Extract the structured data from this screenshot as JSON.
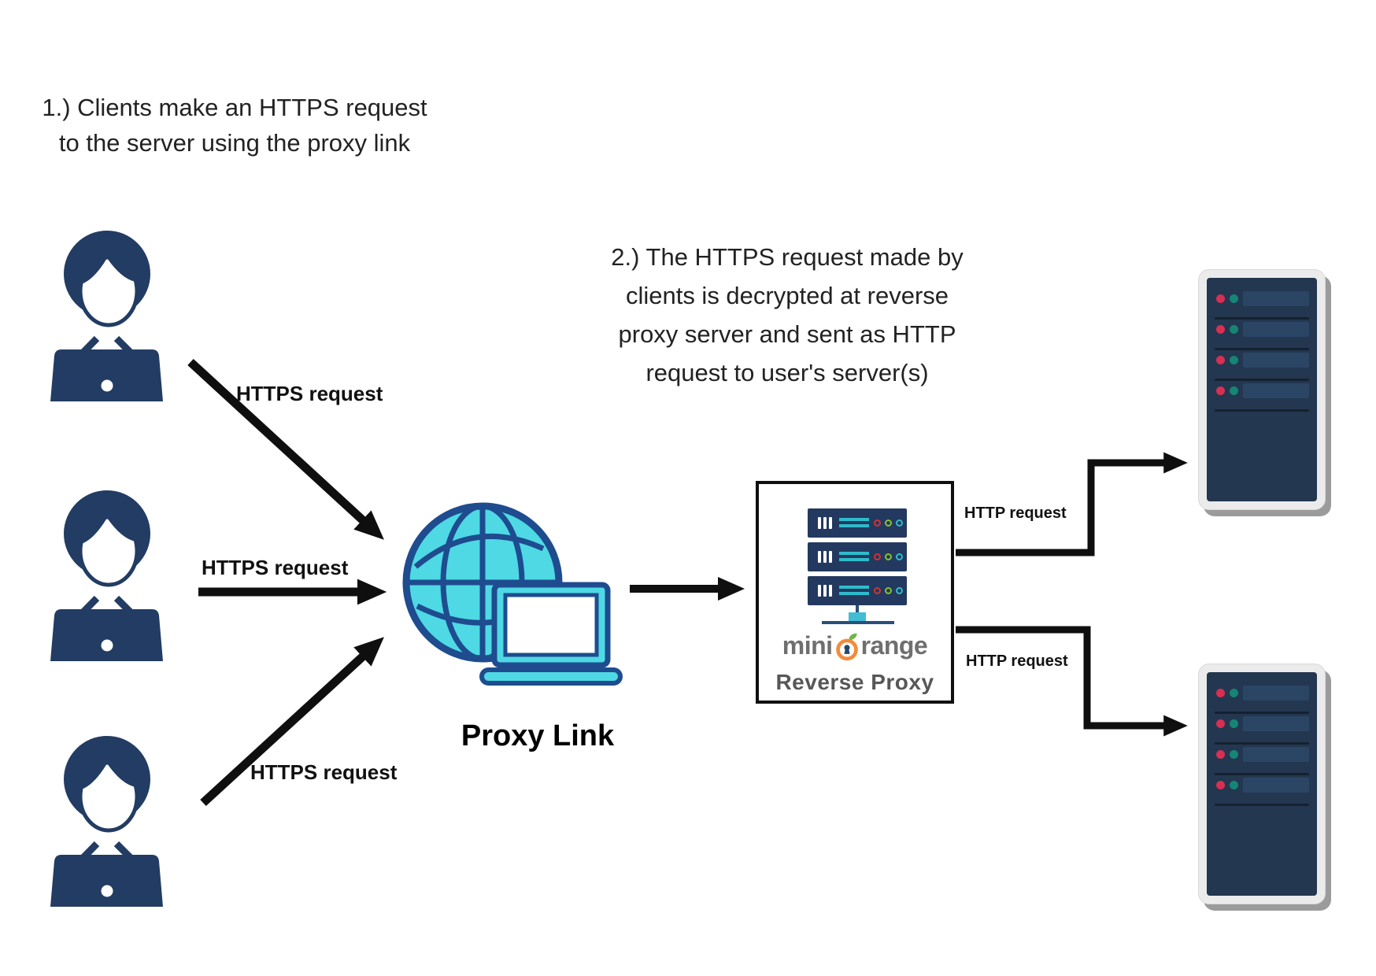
{
  "annotations": {
    "step1": "1.) Clients make an HTTPS request\nto the server using the proxy link",
    "step2": "2.) The HTTPS request made by\nclients is decrypted at reverse\nproxy server and sent as HTTP\nrequest to user's server(s)"
  },
  "proxy": {
    "label": "Proxy Link"
  },
  "arrows": {
    "https_labels": [
      "HTTPS request",
      "HTTPS request",
      "HTTPS request"
    ],
    "http_labels": [
      "HTTP request",
      "HTTP request"
    ]
  },
  "reverse_proxy_box": {
    "brand_prefix": "mini",
    "brand_suffix": "range",
    "product": "Reverse Proxy"
  },
  "icons": {
    "clients": "user-with-laptop-icon",
    "proxy": "globe-with-laptop-icon",
    "reverse_proxy_box": "server-rack-icon",
    "brand_mark": "orange-ring-keyhole-leaf-icon",
    "targets": "server-tower-icon"
  },
  "colors": {
    "client_navy": "#223c63",
    "globe_fill": "#4ed9e4",
    "globe_stroke": "#1e4c8f",
    "rack_navy": "#24395f",
    "teal": "#2dbccc",
    "led_red": "#d82f52",
    "led_teal": "#168575",
    "brand_orange": "#f28b3b",
    "brand_gray": "#6f6f6f",
    "arrow_black": "#0f0f0f"
  }
}
